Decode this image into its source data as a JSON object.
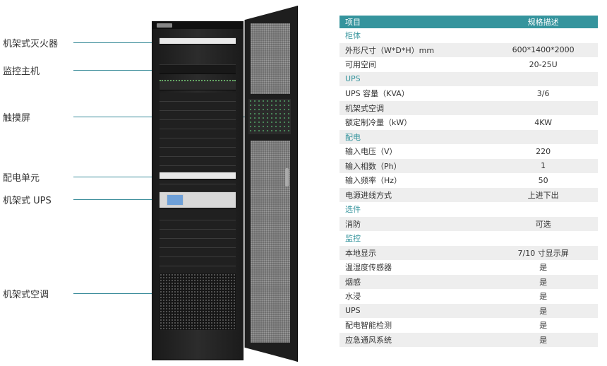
{
  "callouts": [
    {
      "label": "机架式灭火器"
    },
    {
      "label": "监控主机"
    },
    {
      "label": "触摸屏"
    },
    {
      "label": "配电单元"
    },
    {
      "label": "机架式 UPS"
    },
    {
      "label": "机架式空调"
    }
  ],
  "table": {
    "headers": [
      "项目",
      "规格描述"
    ],
    "rows": [
      {
        "type": "category",
        "name": "柜体",
        "value": ""
      },
      {
        "type": "item",
        "name": "外形尺寸（W*D*H）mm",
        "value": "600*1400*2000"
      },
      {
        "type": "item",
        "name": "可用空间",
        "value": "20-25U"
      },
      {
        "type": "category",
        "name": "UPS",
        "value": ""
      },
      {
        "type": "item",
        "name": "UPS 容量（KVA）",
        "value": "3/6"
      },
      {
        "type": "item",
        "name": "机架式空调",
        "value": ""
      },
      {
        "type": "item",
        "name": "额定制冷量（kW）",
        "value": "4KW"
      },
      {
        "type": "category",
        "name": "配电",
        "value": ""
      },
      {
        "type": "item",
        "name": "输入电压（V）",
        "value": "220"
      },
      {
        "type": "item",
        "name": "输入相数（Ph）",
        "value": "1"
      },
      {
        "type": "item",
        "name": "输入频率（Hz）",
        "value": "50"
      },
      {
        "type": "item",
        "name": "电源进线方式",
        "value": "上进下出"
      },
      {
        "type": "category",
        "name": "选件",
        "value": ""
      },
      {
        "type": "item",
        "name": "消防",
        "value": "可选"
      },
      {
        "type": "category",
        "name": "监控",
        "value": ""
      },
      {
        "type": "item",
        "name": "本地显示",
        "value": "7/10 寸显示屏"
      },
      {
        "type": "item",
        "name": "温湿度传感器",
        "value": "是"
      },
      {
        "type": "item",
        "name": "烟感",
        "value": "是"
      },
      {
        "type": "item",
        "name": "水浸",
        "value": "是"
      },
      {
        "type": "item",
        "name": "UPS",
        "value": "是"
      },
      {
        "type": "item",
        "name": "配电智能检测",
        "value": "是"
      },
      {
        "type": "item",
        "name": "应急通风系统",
        "value": "是"
      }
    ]
  },
  "colors": {
    "accent": "#35949d",
    "callout_line": "#3a8c9a",
    "row_alt": "#eeeeee"
  }
}
